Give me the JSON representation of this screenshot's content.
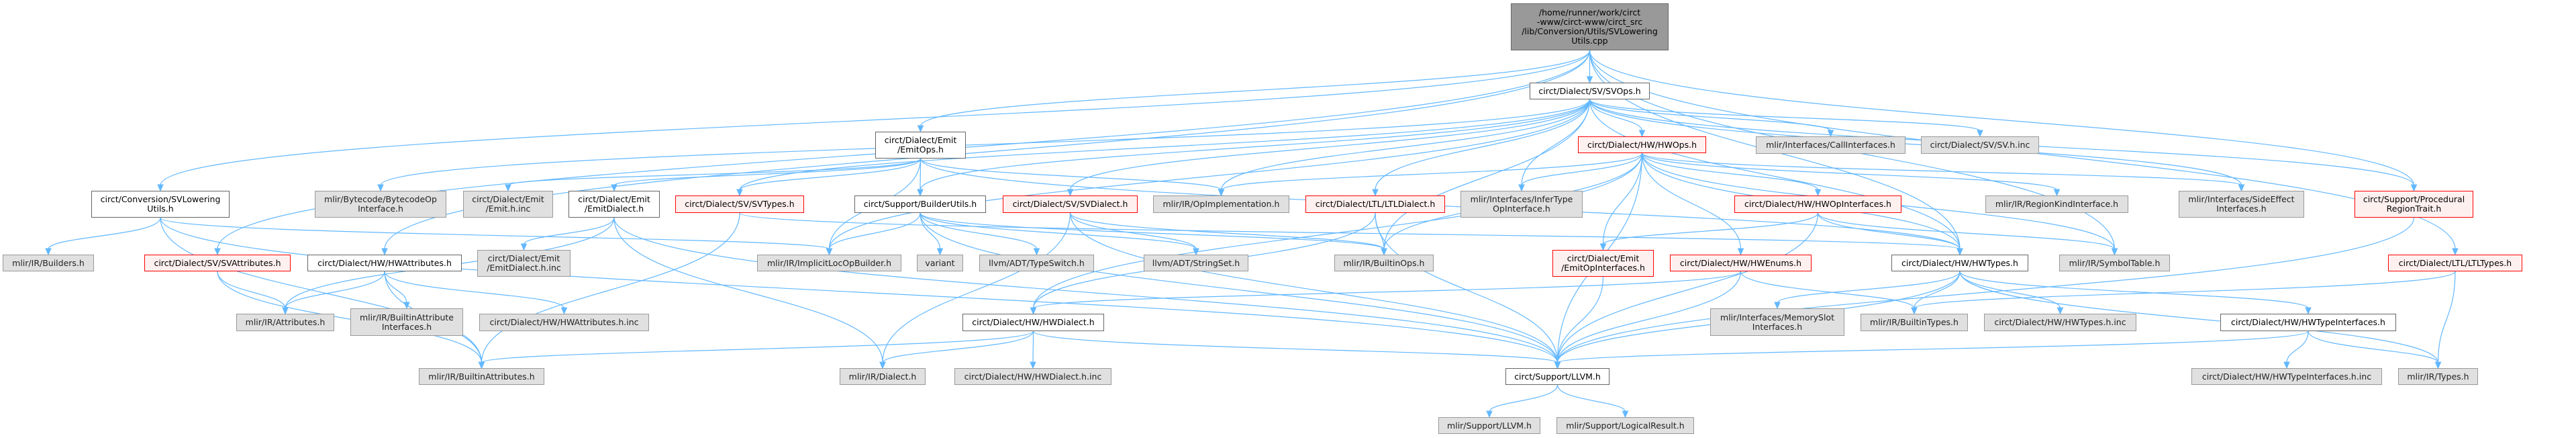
{
  "graph": {
    "title": "/home/runner/work/circt-www/circt-www/circt_src/lib/Conversion/Utils/SVLoweringUtils.cpp include dependency graph",
    "colors": {
      "edge": "#63b8ff",
      "root_fill": "#999999",
      "linked_border": "#666666",
      "red_border": "#ff0000",
      "red_fill": "#fff0f0",
      "gray_fill": "#e0e0e0"
    },
    "nodes": [
      {
        "id": "root",
        "label": "/home/runner/work/circt\n-www/circt-www/circt_src\n/lib/Conversion/Utils/SVLowering\nUtils.cpp",
        "kind": "root"
      },
      {
        "id": "svops",
        "label": "circt/Dialect/SV/SVOps.h",
        "kind": "white"
      },
      {
        "id": "emitops",
        "label": "circt/Dialect/Emit\n/EmitOps.h",
        "kind": "white"
      },
      {
        "id": "hwops",
        "label": "circt/Dialect/HW/HWOps.h",
        "kind": "red"
      },
      {
        "id": "callif",
        "label": "mlir/Interfaces/CallInterfaces.h",
        "kind": "gray"
      },
      {
        "id": "svhinc",
        "label": "circt/Dialect/SV/SV.h.inc",
        "kind": "gray"
      },
      {
        "id": "svlowutils",
        "label": "circt/Conversion/SVLowering\nUtils.h",
        "kind": "white"
      },
      {
        "id": "bytecode",
        "label": "mlir/Bytecode/BytecodeOp\nInterface.h",
        "kind": "gray"
      },
      {
        "id": "emithinc",
        "label": "circt/Dialect/Emit\n/Emit.h.inc",
        "kind": "gray"
      },
      {
        "id": "emitdialect",
        "label": "circt/Dialect/Emit\n/EmitDialect.h",
        "kind": "white"
      },
      {
        "id": "svtypes",
        "label": "circt/Dialect/SV/SVTypes.h",
        "kind": "red"
      },
      {
        "id": "builderutils",
        "label": "circt/Support/BuilderUtils.h",
        "kind": "white"
      },
      {
        "id": "svdialect",
        "label": "circt/Dialect/SV/SVDialect.h",
        "kind": "red"
      },
      {
        "id": "opimpl",
        "label": "mlir/IR/OpImplementation.h",
        "kind": "gray"
      },
      {
        "id": "ltldialect",
        "label": "circt/Dialect/LTL/LTLDialect.h",
        "kind": "red"
      },
      {
        "id": "infertype",
        "label": "mlir/Interfaces/InferType\nOpInterface.h",
        "kind": "gray"
      },
      {
        "id": "hwopif",
        "label": "circt/Dialect/HW/HWOpInterfaces.h",
        "kind": "red"
      },
      {
        "id": "regionkind",
        "label": "mlir/IR/RegionKindInterface.h",
        "kind": "gray"
      },
      {
        "id": "sideeffect",
        "label": "mlir/Interfaces/SideEffect\nInterfaces.h",
        "kind": "gray"
      },
      {
        "id": "proctrait",
        "label": "circt/Support/Procedural\nRegionTrait.h",
        "kind": "red"
      },
      {
        "id": "builders",
        "label": "mlir/IR/Builders.h",
        "kind": "gray"
      },
      {
        "id": "svattrs",
        "label": "circt/Dialect/SV/SVAttributes.h",
        "kind": "red"
      },
      {
        "id": "hwattrs",
        "label": "circt/Dialect/HW/HWAttributes.h",
        "kind": "white"
      },
      {
        "id": "emitdialectinc",
        "label": "circt/Dialect/Emit\n/EmitDialect.h.inc",
        "kind": "gray"
      },
      {
        "id": "implicitloc",
        "label": "mlir/IR/ImplicitLocOpBuilder.h",
        "kind": "gray"
      },
      {
        "id": "variant",
        "label": "variant",
        "kind": "gray"
      },
      {
        "id": "typeswitch",
        "label": "llvm/ADT/TypeSwitch.h",
        "kind": "gray"
      },
      {
        "id": "stringset",
        "label": "llvm/ADT/StringSet.h",
        "kind": "gray"
      },
      {
        "id": "builtinops",
        "label": "mlir/IR/BuiltinOps.h",
        "kind": "gray"
      },
      {
        "id": "emitopif",
        "label": "circt/Dialect/Emit\n/EmitOpInterfaces.h",
        "kind": "red"
      },
      {
        "id": "hwenums",
        "label": "circt/Dialect/HW/HWEnums.h",
        "kind": "red"
      },
      {
        "id": "hwtypes",
        "label": "circt/Dialect/HW/HWTypes.h",
        "kind": "white"
      },
      {
        "id": "symtab",
        "label": "mlir/IR/SymbolTable.h",
        "kind": "gray"
      },
      {
        "id": "ltltypes",
        "label": "circt/Dialect/LTL/LTLTypes.h",
        "kind": "red"
      },
      {
        "id": "attributes",
        "label": "mlir/IR/Attributes.h",
        "kind": "gray"
      },
      {
        "id": "builtinattrif",
        "label": "mlir/IR/BuiltinAttribute\nInterfaces.h",
        "kind": "gray"
      },
      {
        "id": "hwattrsinc",
        "label": "circt/Dialect/HW/HWAttributes.h.inc",
        "kind": "gray"
      },
      {
        "id": "hwdialect",
        "label": "circt/Dialect/HW/HWDialect.h",
        "kind": "white"
      },
      {
        "id": "memslot",
        "label": "mlir/Interfaces/MemorySlot\nInterfaces.h",
        "kind": "gray"
      },
      {
        "id": "builtintypes",
        "label": "mlir/IR/BuiltinTypes.h",
        "kind": "gray"
      },
      {
        "id": "hwtypesinc",
        "label": "circt/Dialect/HW/HWTypes.h.inc",
        "kind": "gray"
      },
      {
        "id": "hwtypeif",
        "label": "circt/Dialect/HW/HWTypeInterfaces.h",
        "kind": "white"
      },
      {
        "id": "builtinattrs",
        "label": "mlir/IR/BuiltinAttributes.h",
        "kind": "gray"
      },
      {
        "id": "dialect",
        "label": "mlir/IR/Dialect.h",
        "kind": "gray"
      },
      {
        "id": "hwdialectinc",
        "label": "circt/Dialect/HW/HWDialect.h.inc",
        "kind": "gray"
      },
      {
        "id": "circtllvm",
        "label": "circt/Support/LLVM.h",
        "kind": "white"
      },
      {
        "id": "hwtypeifinc",
        "label": "circt/Dialect/HW/HWTypeInterfaces.h.inc",
        "kind": "gray"
      },
      {
        "id": "types",
        "label": "mlir/IR/Types.h",
        "kind": "gray"
      },
      {
        "id": "mlirllvm",
        "label": "mlir/Support/LLVM.h",
        "kind": "gray"
      },
      {
        "id": "logicalresult",
        "label": "mlir/Support/LogicalResult.h",
        "kind": "gray"
      }
    ],
    "edges": [
      [
        "root",
        "svops"
      ],
      [
        "root",
        "svlowutils"
      ],
      [
        "root",
        "emitops"
      ],
      [
        "root",
        "svattrs"
      ],
      [
        "root",
        "hwattrs"
      ],
      [
        "root",
        "symtab"
      ],
      [
        "root",
        "ltltypes"
      ],
      [
        "root",
        "hwtypes"
      ],
      [
        "root",
        "proctrait"
      ],
      [
        "svops",
        "hwops"
      ],
      [
        "svops",
        "callif"
      ],
      [
        "svops",
        "svhinc"
      ],
      [
        "svops",
        "svtypes"
      ],
      [
        "svops",
        "svdialect"
      ],
      [
        "svops",
        "opimpl"
      ],
      [
        "svops",
        "ltldialect"
      ],
      [
        "svops",
        "infertype"
      ],
      [
        "svops",
        "sideeffect"
      ],
      [
        "svops",
        "proctrait"
      ],
      [
        "svops",
        "builtinops"
      ],
      [
        "svops",
        "implicitloc"
      ],
      [
        "svops",
        "hwtypes"
      ],
      [
        "svops",
        "bytecode"
      ],
      [
        "svops",
        "builderutils"
      ],
      [
        "emitops",
        "emithinc"
      ],
      [
        "emitops",
        "emitdialect"
      ],
      [
        "emitops",
        "builderutils"
      ],
      [
        "emitops",
        "opimpl"
      ],
      [
        "emitops",
        "implicitloc"
      ],
      [
        "emitops",
        "hwtypes"
      ],
      [
        "emitops",
        "svtypes"
      ],
      [
        "hwops",
        "infertype"
      ],
      [
        "hwops",
        "hwopif"
      ],
      [
        "hwops",
        "regionkind"
      ],
      [
        "hwops",
        "sideeffect"
      ],
      [
        "hwops",
        "emitopif"
      ],
      [
        "hwops",
        "hwenums"
      ],
      [
        "hwops",
        "hwtypes"
      ],
      [
        "hwops",
        "symtab"
      ],
      [
        "hwops",
        "builtinops"
      ],
      [
        "hwops",
        "opimpl"
      ],
      [
        "hwops",
        "hwdialect"
      ],
      [
        "hwops",
        "circtllvm"
      ],
      [
        "svlowutils",
        "builders"
      ],
      [
        "svlowutils",
        "implicitloc"
      ],
      [
        "svlowutils",
        "builtinattrs"
      ],
      [
        "svlowutils",
        "circtllvm"
      ],
      [
        "emitdialect",
        "emitdialectinc"
      ],
      [
        "emitdialect",
        "dialect"
      ],
      [
        "emitdialect",
        "circtllvm"
      ],
      [
        "emitdialect",
        "attributes"
      ],
      [
        "svtypes",
        "builtinattrs"
      ],
      [
        "svtypes",
        "hwtypes"
      ],
      [
        "builderutils",
        "implicitloc"
      ],
      [
        "builderutils",
        "variant"
      ],
      [
        "builderutils",
        "typeswitch"
      ],
      [
        "builderutils",
        "stringset"
      ],
      [
        "builderutils",
        "builtinops"
      ],
      [
        "builderutils",
        "circtllvm"
      ],
      [
        "svdialect",
        "stringset"
      ],
      [
        "svdialect",
        "builtinops"
      ],
      [
        "svdialect",
        "dialect"
      ],
      [
        "svdialect",
        "circtllvm"
      ],
      [
        "ltldialect",
        "builtinops"
      ],
      [
        "ltldialect",
        "hwdialect"
      ],
      [
        "ltldialect",
        "circtllvm"
      ],
      [
        "hwopif",
        "hwtypes"
      ],
      [
        "hwopif",
        "symtab"
      ],
      [
        "hwopif",
        "emitopif"
      ],
      [
        "hwopif",
        "circtllvm"
      ],
      [
        "svattrs",
        "attributes"
      ],
      [
        "svattrs",
        "builtinattrs"
      ],
      [
        "hwattrs",
        "attributes"
      ],
      [
        "hwattrs",
        "builtinattrif"
      ],
      [
        "hwattrs",
        "hwattrsinc"
      ],
      [
        "hwattrs",
        "builtinattrs"
      ],
      [
        "emitopif",
        "circtllvm"
      ],
      [
        "hwenums",
        "builtintypes"
      ],
      [
        "hwenums",
        "circtllvm"
      ],
      [
        "hwenums",
        "hwdialect"
      ],
      [
        "hwtypes",
        "memslot"
      ],
      [
        "hwtypes",
        "builtintypes"
      ],
      [
        "hwtypes",
        "hwtypesinc"
      ],
      [
        "hwtypes",
        "hwtypeif"
      ],
      [
        "hwtypes",
        "circtllvm"
      ],
      [
        "hwtypes",
        "types"
      ],
      [
        "ltltypes",
        "types"
      ],
      [
        "ltltypes",
        "builtintypes"
      ],
      [
        "proctrait",
        "circtllvm"
      ],
      [
        "hwdialect",
        "builtinattrs"
      ],
      [
        "hwdialect",
        "dialect"
      ],
      [
        "hwdialect",
        "hwdialectinc"
      ],
      [
        "hwdialect",
        "circtllvm"
      ],
      [
        "hwtypeif",
        "hwtypeifinc"
      ],
      [
        "hwtypeif",
        "types"
      ],
      [
        "hwtypeif",
        "circtllvm"
      ],
      [
        "circtllvm",
        "mlirllvm"
      ],
      [
        "circtllvm",
        "logicalresult"
      ]
    ]
  }
}
